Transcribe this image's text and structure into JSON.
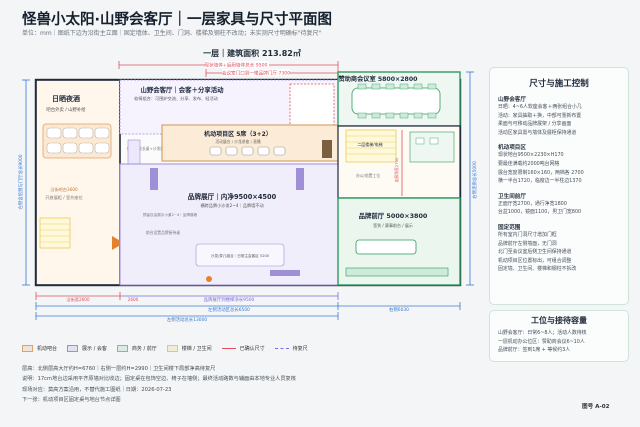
{
  "title": "怪兽小太阳·山野会客厅｜一层家具与尺寸平面图",
  "subtitle": "单位：mm｜图纸下边为沿街主立面｜固定墙体、卫生间、门洞、楼梯及钢柱不改动；未实测尺寸明确标\"待复尺\"",
  "plan": {
    "header": "一层｜建筑面积 213.82㎡",
    "dims": {
      "top1": "现状墙体+后厨墙体总长 9500",
      "top2": "会议室门口到一楼品牌门厅 7300",
      "left": "左侧含后厨与门厅总长9000",
      "right": "右侧走廊总长5000",
      "bottom1": "品牌展厅到楼梯净长9500",
      "bottom2": "左侧活动区总长6500",
      "bottom3": "左侧活动总长13000",
      "bottom4": "右侧6030",
      "bottom5": "沿街宽2600",
      "bottom6": "2600",
      "corridor": "走廊净宽2700"
    },
    "rooms": {
      "sun_title": "日晒夜酒",
      "sun_sub": "吧台外卖 / 山野补给",
      "sun_note": "沿街吧台3600",
      "sun_note2": "开放展柜 / 室外座位",
      "hall_title": "山野会客厅｜会客＋分享活动",
      "hall_sub": "软椅组合：可围炉交流、分享、发布、轻活动",
      "hall_note": "拼桌会议长桌+沙发组团（可拆）",
      "mobile_title": "机动项目区 5席（3+2）",
      "mobile_sub": "活动展台 / 沙龙讲座 / 直播",
      "brand_title": "品牌展厅｜内净9500×4500",
      "brand_sub": "横跨品牌小沙发2~4｜品牌墙不动",
      "brand_note": "前台设置品牌接待桌",
      "brand_bottom": "预留自由展示小桌2~4｜品牌展墙",
      "brand_sofa": "沙发/茶几组合｜日常主会客区 5200",
      "meet_title": "赞助商会议室 5800×2800",
      "corr_label": "二层楼梯/电梯",
      "corr_note": "办公/前置工位",
      "front_title": "品牌前厅 5000×3800",
      "front_sub": "签到 / 赛事前台 / 展示"
    }
  },
  "spec": {
    "title": "尺寸与施工控制",
    "sections": [
      {
        "name": "山野会客厅",
        "items": [
          "日晒：4~6人软座会客＋两张组合小几",
          "活动：家具抽取＋换，中部可重新布置",
          "柔面与可移动品牌展架 / 分享画面",
          "活动区家具需与墙体及展柜保持通道"
        ]
      },
      {
        "name": "机动项目区",
        "items": [
          "现状地台9500×2230×H170",
          "要最佳满载约2000吨台网格",
          "展台宽度限制160×160，两档各 2700",
          "横一半台1720，临窗边一半柱边1370"
        ]
      },
      {
        "name": "卫生间前厅",
        "items": [
          "正面厅宽2700，通行净宽1800",
          "台盆1000，镜面1100，男卫门宽800"
        ]
      },
      {
        "name": "固定范围",
        "items": [
          "所有室内门洞尺寸增加门框",
          "品牌前厅左侧墙面，无门洞",
          "北门至会议室后侧卫生间保持通道",
          "机动项目区位置标出，可组合调整",
          "固定墙、卫生间、楼梯和钢柱不拆改"
        ]
      }
    ]
  },
  "capacity": {
    "title": "工位与接待容量",
    "items": [
      "山野会客厅：日常6~8人；活动人数待核",
      "一层机动办公位区：赞助商会议6~10人",
      "品牌前厅：签到1席 + 等候约3人"
    ]
  },
  "legend": [
    {
      "label": "机动吧台",
      "color": "#d9a36a",
      "kind": "box"
    },
    {
      "label": "展示 / 会客",
      "color": "#9f8fd6",
      "kind": "box"
    },
    {
      "label": "商务 / 前厅",
      "color": "#7fbf94",
      "kind": "box"
    },
    {
      "label": "楼梯 / 卫生间",
      "color": "#e8cc5a",
      "kind": "box"
    },
    {
      "label": "已确认尺寸",
      "color": "#e05060",
      "kind": "line"
    },
    {
      "label": "待复尺",
      "color": "#7a6ce0",
      "kind": "dash"
    }
  ],
  "notes": [
    "层高：北侧层高大厅约H=6760｜右侧一层约H=2990｜卫生间楼下局部净高待复尺",
    "说明：17cm地台边采用平齐原墙对比收边；固定桌在包饰空边、椅子在墙侧；最终活动路数与辅面由本地专业人员复核",
    "现场对应：莫高方案沿用，不替代施工图纸｜日期：2026-07-23",
    "下一张：机动项目区固定桌与地台节点详图"
  ],
  "sheet": "图号 A-02",
  "colors": {
    "dark": "#1e2a3a",
    "red": "#e05060",
    "blue": "#3a7ad6",
    "orange": "#e6812e",
    "green": "#2f9a5f"
  }
}
